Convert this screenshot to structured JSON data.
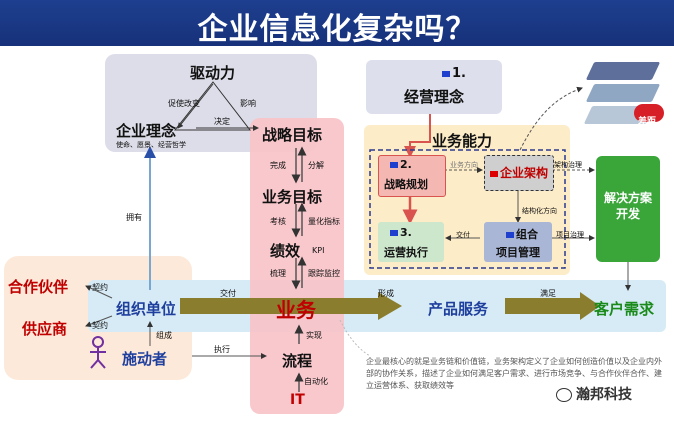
{
  "title": "企业信息化复杂吗？",
  "nodes": {
    "driving_force": "驱动力",
    "promote_change": "促使改变",
    "influence": "影响",
    "decide": "决定",
    "enterprise_concept": "企业理念",
    "concept_sub": "使命、愿景、经营哲学",
    "business_concept_num": "1.",
    "business_concept": "经营理念",
    "strategy_goal": "战略目标",
    "complete": "完成",
    "decompose": "分解",
    "business_goal": "业务目标",
    "assess": "考核",
    "quantify": "量化指标",
    "performance": "绩效",
    "kpi": "KPI",
    "sort": "梳理",
    "track": "跟踪监控",
    "business": "业务",
    "implement": "实现",
    "process": "流程",
    "automate": "自动化",
    "it": "IT",
    "business_capability": "业务能力",
    "strategy_plan_num": "2.",
    "strategy_plan": "战略规划",
    "biz_direction": "业务方向",
    "enterprise_arch": "企业架构",
    "arch_plan": "架构治理",
    "struct_direction": "结构化方向",
    "ops_num": "3.",
    "ops_exec": "运营执行",
    "deliver_small": "交付",
    "combo": "组合",
    "project_mgmt": "项目管理",
    "project_gov": "项目治理",
    "solution": "解决方案开发",
    "gap": "差距",
    "partner": "合作伙伴",
    "contract1": "契约",
    "supplier": "供应商",
    "contract2": "契约",
    "org_unit": "组织单位",
    "own": "拥有",
    "deliver": "交付",
    "form": "形成",
    "product_service": "产品服务",
    "satisfy": "满足",
    "customer_need": "客户需求",
    "compose": "组成",
    "actor": "施动者",
    "execute": "执行",
    "summary": "企业最核心的就是业务链和价值链，业务架构定义了企业如何创造价值以及企业内外部的协作关系，描述了企业如何满足客户需求、进行市场竞争、与合作伙伴合作、建立运营体系、获取绩效等",
    "watermark": "瀚邦科技"
  },
  "colors": {
    "title_bg": "#1d3f8f",
    "arrow_olive": "#8b7d2e",
    "pink_box": "#f6c8cc",
    "blue_band": "#d5eaf5",
    "peach": "#fde9d9",
    "green": "#3aa63a"
  }
}
